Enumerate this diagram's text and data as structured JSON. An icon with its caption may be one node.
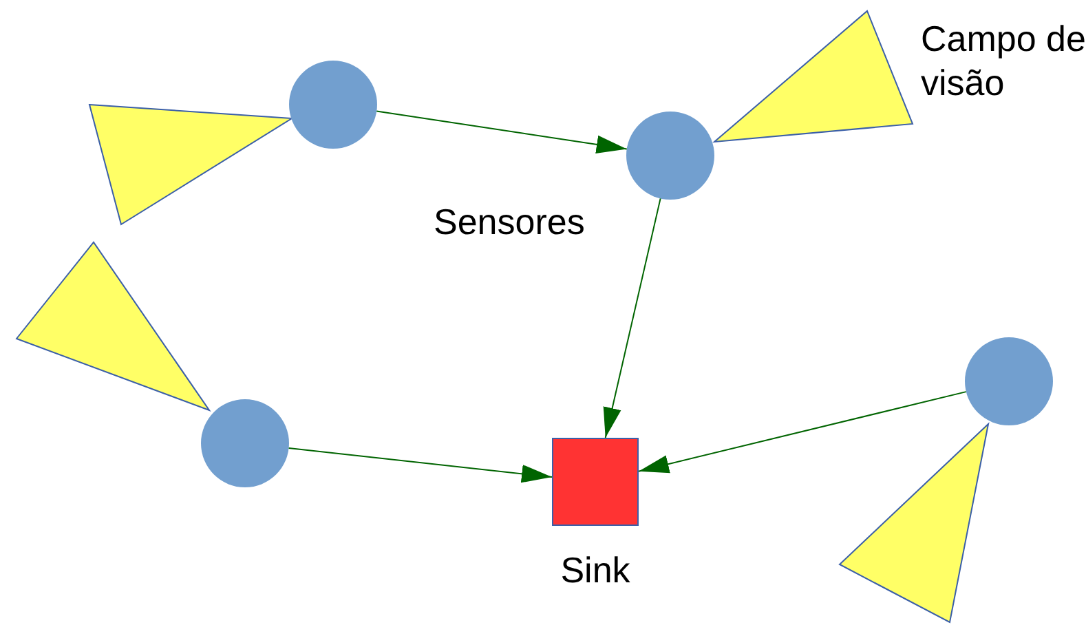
{
  "diagram": {
    "nodes": [
      {
        "text": [],
        "shape": "circle"
      },
      {
        "text": [],
        "shape": "circle"
      },
      {
        "text": [],
        "shape": "circle"
      },
      {
        "text": [],
        "shape": "circle"
      },
      {
        "text": [],
        "shape": "box",
        "beside": [
          "Sink"
        ]
      }
    ],
    "edges": [
      {
        "from": 0,
        "to": 1,
        "arrow": "to"
      },
      {
        "from": 1,
        "to": 4,
        "arrow": "to"
      },
      {
        "from": 2,
        "to": 4,
        "arrow": "to"
      },
      {
        "from": 3,
        "to": 4,
        "arrow": "to"
      }
    ],
    "labels": [
      "Campo de visão",
      "Sensores"
    ]
  }
}
